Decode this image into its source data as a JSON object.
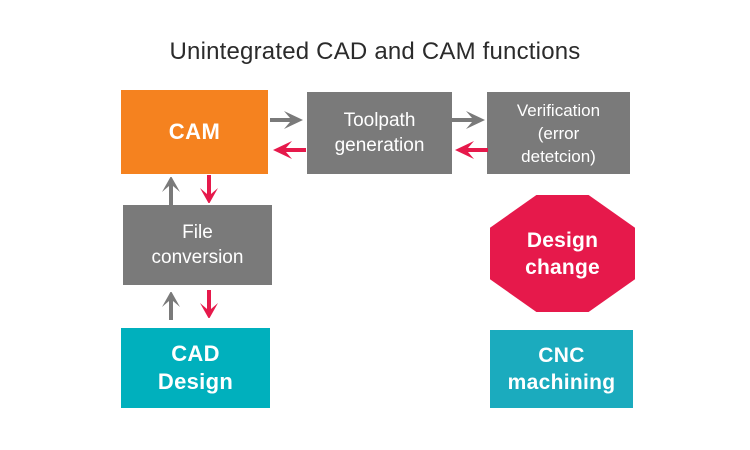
{
  "diagram": {
    "title": "Unintegrated CAD and CAM functions",
    "nodes": {
      "cam": {
        "label": "CAM",
        "color": "#F5821F"
      },
      "toolpath": {
        "label": "Toolpath\ngeneration",
        "color": "#7A7A7A"
      },
      "verification": {
        "label": "Verification\n(error\ndetetcion)",
        "color": "#7A7A7A"
      },
      "file_conversion": {
        "label": "File\nconversion",
        "color": "#7A7A7A"
      },
      "cad_design": {
        "label": "CAD\nDesign",
        "color": "#00B0BD"
      },
      "design_change": {
        "label": "Design\nchange",
        "color": "#E6194B"
      },
      "cnc_machining": {
        "label": "CNC\nmachining",
        "color": "#1BABBE"
      }
    },
    "arrows": {
      "forward_color": "#7A7A7A",
      "feedback_color": "#E6194B",
      "cam_to_toolpath": "arrow-right-gray-icon",
      "toolpath_to_cam": "arrow-left-red-icon",
      "toolpath_to_verification": "arrow-right-gray-icon",
      "verification_to_toolpath": "arrow-left-red-icon",
      "fileconv_to_cam": "arrow-up-gray-icon",
      "cam_to_fileconv": "arrow-down-red-icon",
      "cad_to_fileconv": "arrow-up-gray-icon",
      "fileconv_to_cad": "arrow-down-red-icon"
    },
    "background": "#FFFFFF",
    "title_color": "#2B2B2B"
  }
}
